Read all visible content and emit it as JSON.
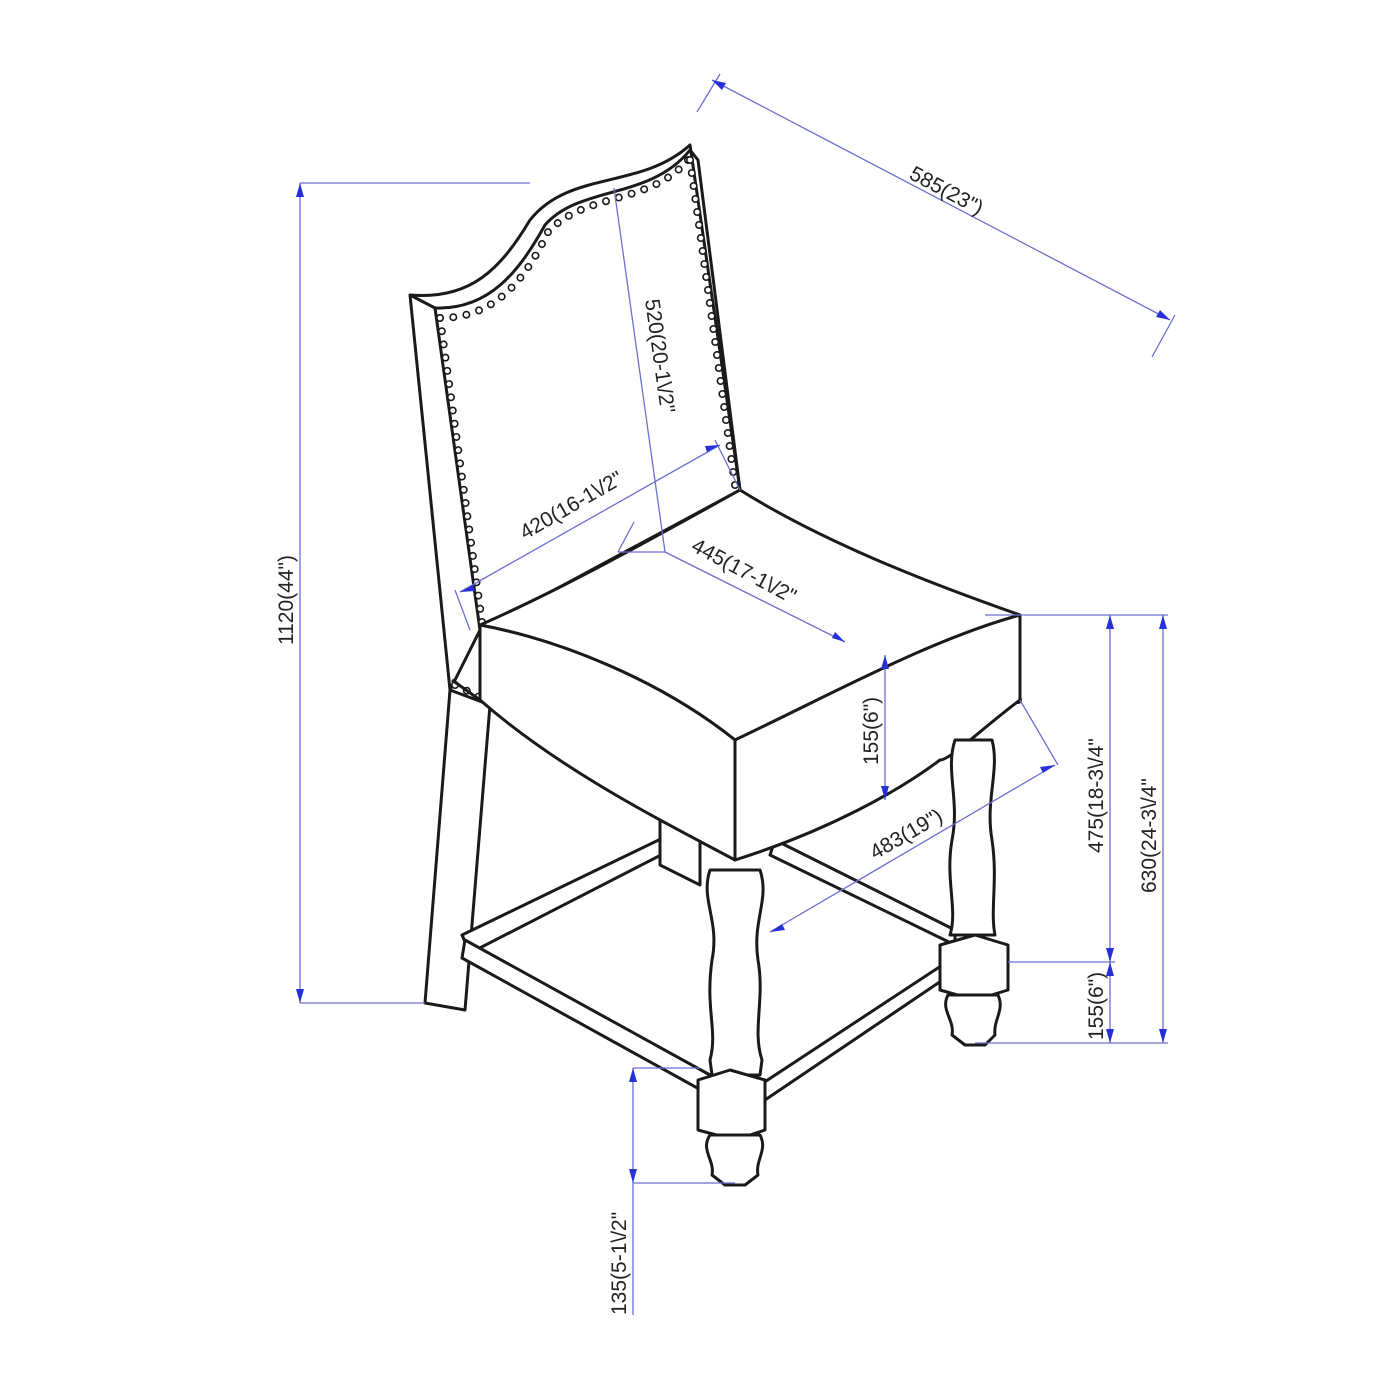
{
  "dimensions": {
    "overall_depth": "585(23\")",
    "back_height": "520(20-1\\/2\"",
    "back_width": "420(16-1\\/2\"",
    "seat_depth": "445(17-1\\/2\"",
    "seat_thickness": "155(6\")",
    "seat_width": "483(19\")",
    "overall_height": "1120(44\")",
    "stretcher_to_seat": "475(18-3\\/4\"",
    "seat_height": "630(24-3\\/4\"",
    "stretcher_height": "155(6\")",
    "foot_height": "135(5-1\\/2\""
  },
  "colors": {
    "dimension_line": "#6a6fd0",
    "arrow": "#2630d8",
    "outline": "#1a1a1a"
  }
}
